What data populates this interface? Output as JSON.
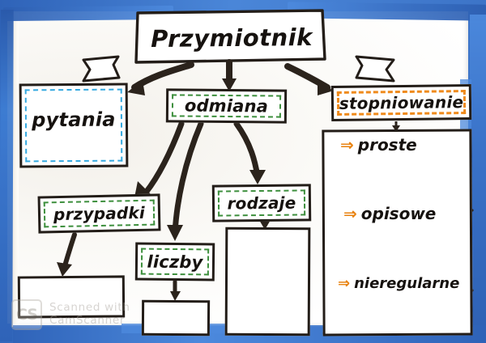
{
  "document": {
    "kind": "hand-drawn mind map",
    "language": "Polish",
    "title": "Przymiotnik"
  },
  "title_banner": {
    "text": "Przymiotnik",
    "shape": "ribbon-banner"
  },
  "nodes": [
    {
      "id": "pytania",
      "label": "pytania",
      "dash_color": "#35a9e0",
      "dash_name": "blue"
    },
    {
      "id": "odmiana",
      "label": "odmiana",
      "dash_color": "#3d8f3d",
      "dash_name": "green"
    },
    {
      "id": "stopniowanie",
      "label": "stopniowanie",
      "dash_color": "#ef8a1b",
      "dash_name": "orange"
    },
    {
      "id": "przypadki",
      "label": "przypadki",
      "dash_color": "#3d8f3d",
      "dash_name": "green"
    },
    {
      "id": "rodzaje",
      "label": "rodzaje",
      "dash_color": "#3d8f3d",
      "dash_name": "green"
    },
    {
      "id": "liczby",
      "label": "liczby",
      "dash_color": "#3d8f3d",
      "dash_name": "green"
    }
  ],
  "blank_boxes": [
    {
      "id": "blank-under-przypadki",
      "label": ""
    },
    {
      "id": "blank-under-liczby",
      "label": ""
    },
    {
      "id": "blank-under-rodzaje",
      "label": ""
    }
  ],
  "grades_panel": {
    "items": [
      {
        "arrow": "⇒",
        "label": "proste"
      },
      {
        "arrow": "⇒",
        "label": "opisowe"
      },
      {
        "arrow": "⇒",
        "label": "nieregularne"
      }
    ],
    "arrow_color": "#e8820f",
    "staircase_count": 3
  },
  "watermark": {
    "logo": "CS",
    "line1": "Scanned with",
    "line2": "CamScanner"
  },
  "colors": {
    "frame_blue": "#3f7ed4",
    "ink": "#231d18",
    "paper": "#fbfaf7",
    "dash_blue": "#35a9e0",
    "dash_green": "#3d8f3d",
    "dash_orange": "#ef8a1b",
    "accent_orange": "#e8820f"
  }
}
